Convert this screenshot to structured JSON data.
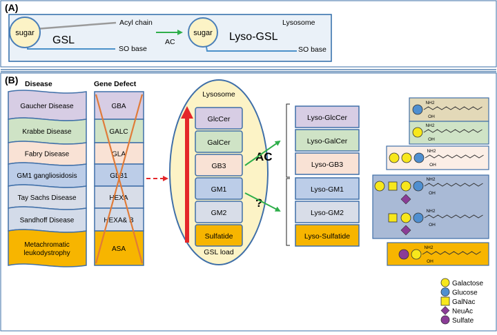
{
  "panel_a": {
    "label": "(A)",
    "gsl_sugar": "sugar",
    "gsl_label": "GSL",
    "acyl_chain": "Acyl chain",
    "so_base_left": "SO base",
    "enzyme": "AC",
    "lyso_sugar": "sugar",
    "lyso_label": "Lyso-GSL",
    "lysosome": "Lysosome",
    "so_base_right": "SO base"
  },
  "panel_b": {
    "label": "(B)",
    "disease_header": "Disease",
    "gene_header": "Gene Defect",
    "rows": [
      {
        "disease": "Gaucher Disease",
        "gene": "GBA",
        "color": "#d7cde4"
      },
      {
        "disease": "Krabbe Disease",
        "gene": "GALC",
        "color": "#cfe3c6"
      },
      {
        "disease": "Fabry Disease",
        "gene": "GLA",
        "color": "#f9e2d5"
      },
      {
        "disease": "GM1 gangliosidosis",
        "gene": "GLB1",
        "color": "#bccde8"
      },
      {
        "disease": "Tay Sachs Disease",
        "gene": "HEXA",
        "color": "#d8dde8"
      },
      {
        "disease": "Sandhoff Disease",
        "gene": "HEXA& B",
        "color": "#d3dbe9"
      },
      {
        "disease_lines": [
          "Metachromatic",
          "leukodystrophy"
        ],
        "gene": "ASA",
        "color": "#f7b500"
      }
    ],
    "lysosome_title": "Lysosome",
    "gsl_load": "GSL load",
    "substrates": [
      {
        "label": "GlcCer",
        "color": "#d7cde4"
      },
      {
        "label": "GalCer",
        "color": "#cfe3c6"
      },
      {
        "label": "GB3",
        "color": "#f9e2d5"
      },
      {
        "label": "GM1",
        "color": "#bccde8"
      },
      {
        "label": "GM2",
        "color": "#d8dde8"
      },
      {
        "label": "Sulfatide",
        "color": "#f7b500"
      }
    ],
    "ac_label": "AC",
    "question": "?",
    "lyso_products": [
      {
        "label": "Lyso-GlcCer",
        "color": "#d7cde4"
      },
      {
        "label": "Lyso-GalCer",
        "color": "#cfe3c6"
      },
      {
        "label": "Lyso-GB3",
        "color": "#f9e2d5"
      },
      {
        "label": "Lyso-GM1",
        "color": "#bccde8"
      },
      {
        "label": "Lyso-GM2",
        "color": "#d8dde8"
      },
      {
        "label": "Lyso-Sulfatide",
        "color": "#f7b500"
      }
    ],
    "nh2": "NH2",
    "oh": "OH",
    "legend": [
      {
        "label": "Galactose",
        "shape": "circle",
        "color": "#f7e71c"
      },
      {
        "label": "Glucose",
        "shape": "circle",
        "color": "#4f8fd0"
      },
      {
        "label": "GalNac",
        "shape": "square",
        "color": "#f7e71c"
      },
      {
        "label": "NeuAc",
        "shape": "diamond",
        "color": "#8a3c96"
      },
      {
        "label": "Sulfate",
        "shape": "circle",
        "color": "#8a3c96"
      }
    ]
  }
}
